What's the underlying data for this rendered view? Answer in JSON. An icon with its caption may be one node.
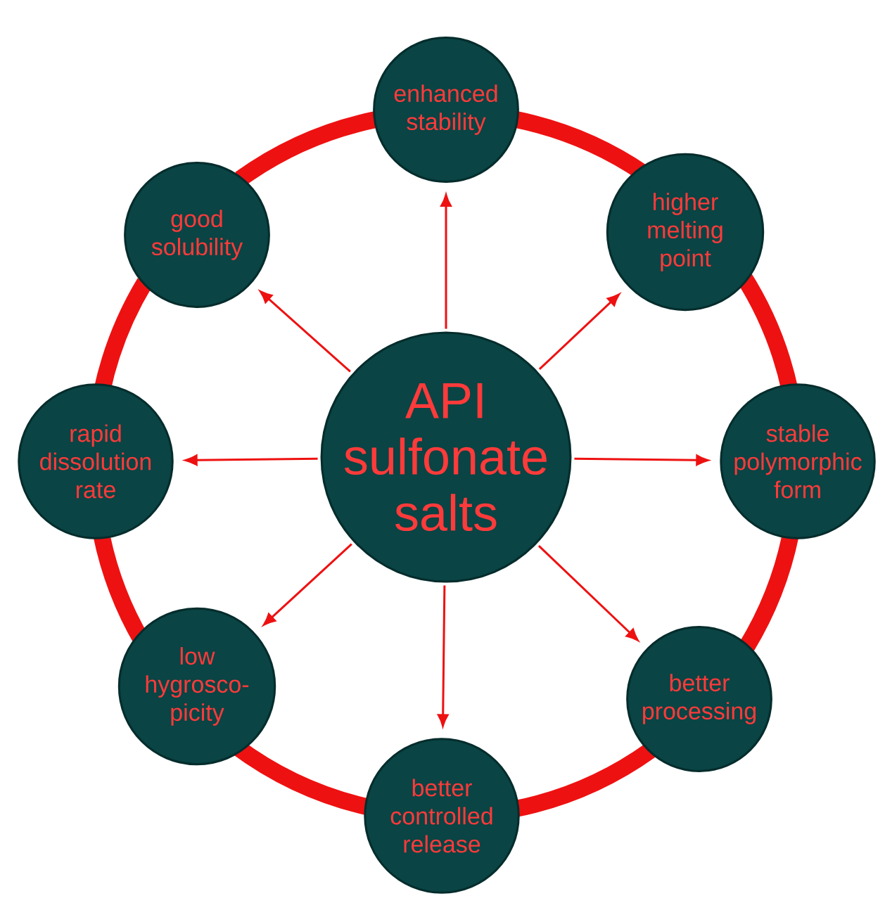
{
  "diagram": {
    "nodes": [
      {
        "text": [
          "API sulfonate salts"
        ]
      },
      {
        "text": [
          "enhanced stability"
        ]
      },
      {
        "text": [
          "higher melting point"
        ]
      },
      {
        "text": [
          "stable polymorphic form"
        ]
      },
      {
        "text": [
          "better processing"
        ]
      },
      {
        "text": [
          "better controlled release"
        ]
      },
      {
        "text": [
          "low hygrosco- picity"
        ]
      },
      {
        "text": [
          "rapid dissolution rate"
        ]
      },
      {
        "text": [
          "good solubility"
        ]
      }
    ],
    "edges": [
      {
        "from": 0,
        "to": 1,
        "arrow": "to"
      },
      {
        "from": 0,
        "to": 2,
        "arrow": "to"
      },
      {
        "from": 0,
        "to": 3,
        "arrow": "to"
      },
      {
        "from": 0,
        "to": 4,
        "arrow": "to"
      },
      {
        "from": 0,
        "to": 5,
        "arrow": "to"
      },
      {
        "from": 0,
        "to": 6,
        "arrow": "to"
      },
      {
        "from": 0,
        "to": 7,
        "arrow": "to"
      },
      {
        "from": 0,
        "to": 8,
        "arrow": "to"
      }
    ]
  }
}
